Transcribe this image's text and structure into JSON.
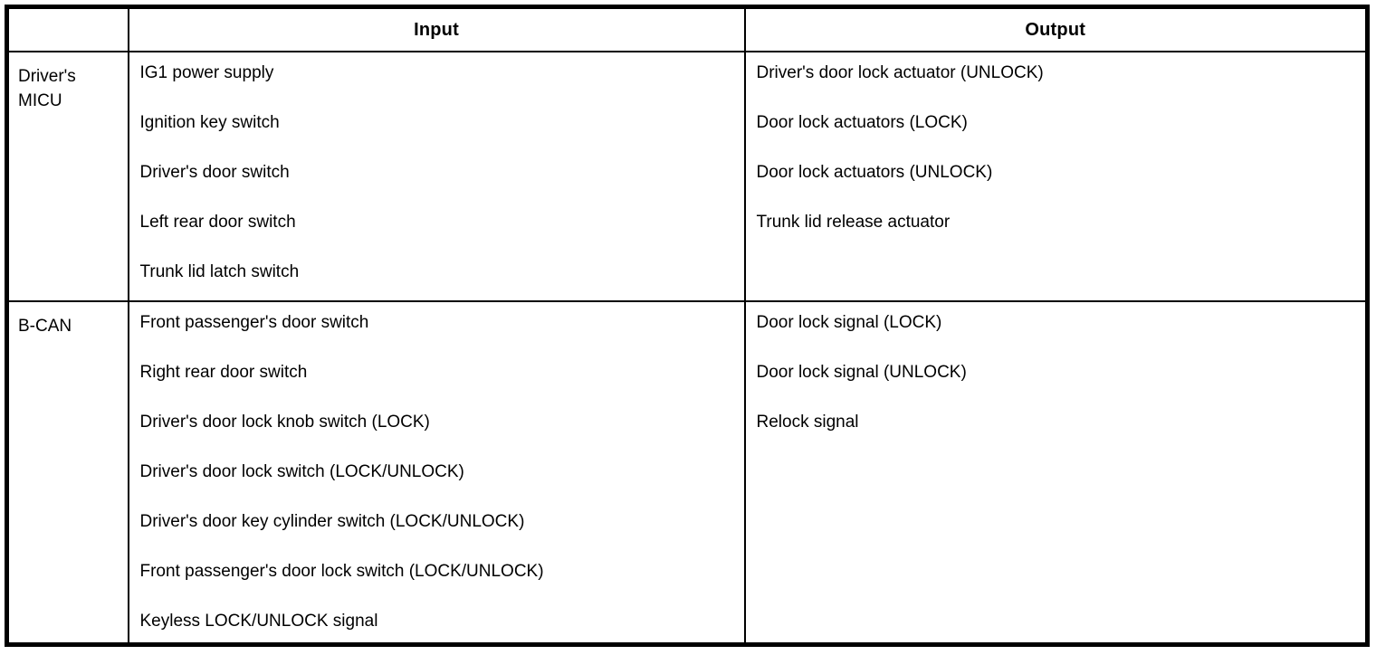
{
  "colors": {
    "background": "#ffffff",
    "border": "#000000",
    "text": "#000000"
  },
  "table": {
    "header": {
      "blank": "",
      "input": "Input",
      "output": "Output"
    },
    "rows": [
      {
        "source": "Driver's MICU",
        "inputs": [
          "IG1 power supply",
          "Ignition key switch",
          "Driver's door switch",
          "Left rear door switch",
          "Trunk lid latch switch"
        ],
        "outputs": [
          "Driver's door lock actuator (UNLOCK)",
          "Door lock actuators (LOCK)",
          "Door lock actuators (UNLOCK)",
          "Trunk lid release actuator"
        ]
      },
      {
        "source": "B-CAN",
        "inputs": [
          "Front passenger's door switch",
          "Right rear door switch",
          "Driver's door lock knob switch (LOCK)",
          "Driver's door lock switch (LOCK/UNLOCK)",
          "Driver's door key cylinder switch (LOCK/UNLOCK)",
          "Front passenger's door lock switch (LOCK/UNLOCK)",
          "Keyless LOCK/UNLOCK signal"
        ],
        "outputs": [
          "Door lock signal (LOCK)",
          "Door lock signal (UNLOCK)",
          "Relock signal"
        ]
      }
    ]
  }
}
